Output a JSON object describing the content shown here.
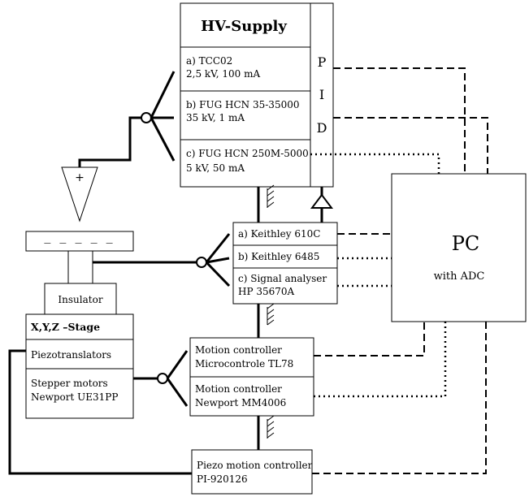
{
  "hv_supply": {
    "title": "HV-Supply",
    "items": [
      {
        "line1": "a) TCC02",
        "line2": "2,5 kV, 100 mA"
      },
      {
        "line1": "b) FUG HCN 35-35000",
        "line2": "35 kV, 1 mA"
      },
      {
        "line1": "c) FUG HCN 250M-5000",
        "line2": "5 kV, 50 mA"
      }
    ],
    "pid_letters": [
      "P",
      "I",
      "D"
    ]
  },
  "meters": [
    {
      "line1": "a) Keithley 610C",
      "line2": ""
    },
    {
      "line1": "b) Keithley 6485",
      "line2": ""
    },
    {
      "line1": "c) Signal analyser",
      "line2": "HP 35670A"
    }
  ],
  "pc": {
    "title": "PC",
    "subtitle": "with ADC"
  },
  "electrode": {
    "plus": "+",
    "minus": "_ _ _ _ _"
  },
  "insulator": "Insulator",
  "stage": {
    "title": "X,Y,Z –Stage",
    "piezo": "Piezotranslators",
    "stepper_line1": "Stepper motors",
    "stepper_line2": "Newport UE31PP"
  },
  "motion_controllers": [
    {
      "line1": "Motion controller",
      "line2": "Microcontrole TL78"
    },
    {
      "line1": "Motion controller",
      "line2": "Newport MM4006"
    }
  ],
  "piezo_controller": {
    "line1": "Piezo motion controller",
    "line2": "PI-920126"
  }
}
